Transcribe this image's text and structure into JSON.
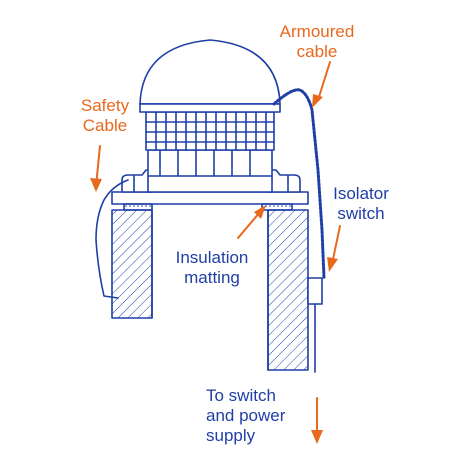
{
  "colors": {
    "line": "#1f3fa6",
    "accent": "#e8691e",
    "background": "#ffffff"
  },
  "labels": {
    "armoured_cable": [
      "Armoured",
      "cable"
    ],
    "safety_cable": [
      "Safety",
      "Cable"
    ],
    "isolator_switch": [
      "Isolator",
      "switch"
    ],
    "insulation_matting": [
      "Insulation",
      "matting"
    ],
    "to_switch": [
      "To switch",
      "and power",
      "supply"
    ]
  }
}
